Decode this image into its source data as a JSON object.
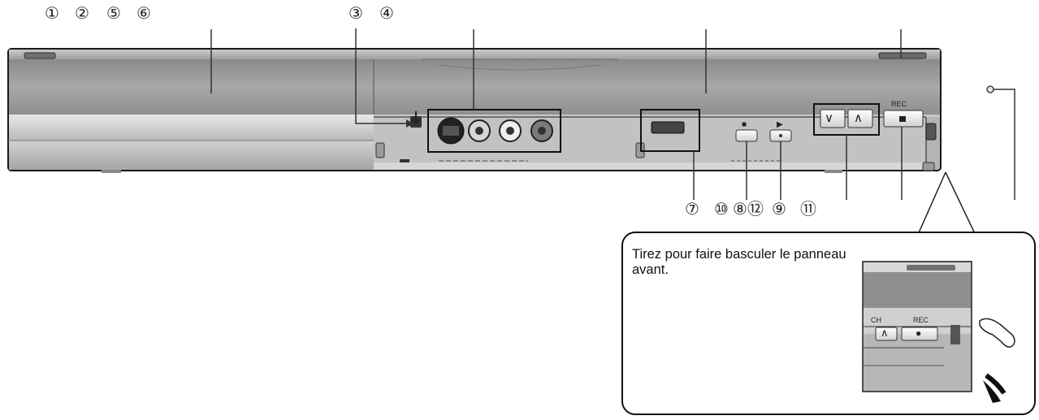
{
  "callouts": {
    "c1": "①",
    "c2": "②",
    "c5": "⑤",
    "c6": "⑥",
    "c3": "③",
    "c4": "④",
    "c7": "⑦",
    "c10": "⑩",
    "c8": "⑧",
    "c12": "⑫",
    "c9": "⑨",
    "c11": "⑪"
  },
  "panel": {
    "rec_label": "REC",
    "ch_down_symbol": "∨",
    "ch_up_symbol": "∧",
    "stop_symbol": "■",
    "play_symbol": "▶"
  },
  "inset": {
    "instruction": "Tirez pour faire basculer le panneau avant.",
    "ch_label": "CH",
    "rec_label": "REC",
    "ch_up_symbol": "∧",
    "rec_symbol": "●"
  },
  "colors": {
    "panel_body": "#a9a9a9",
    "panel_dark": "#8e8e8e",
    "panel_light": "#d4d4d4",
    "outline": "#1a1a1a",
    "leader": "#333333"
  }
}
